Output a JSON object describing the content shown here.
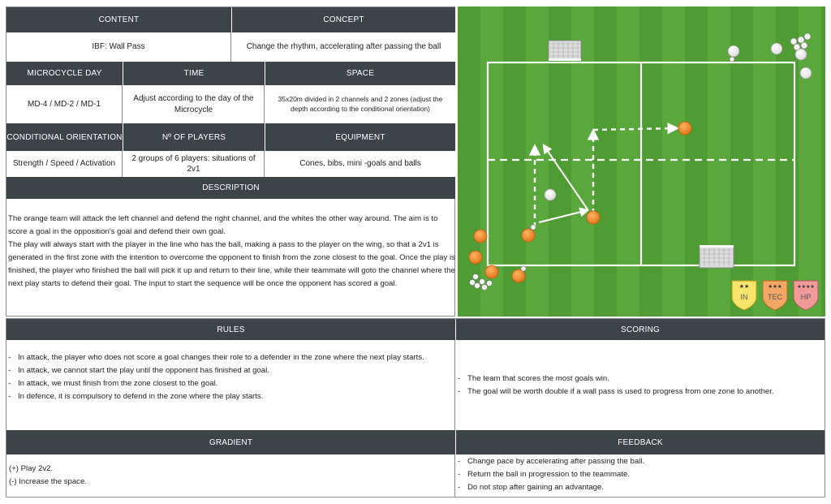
{
  "header_row1": {
    "content": "CONTENT",
    "concept": "CONCEPT"
  },
  "row1": {
    "content": "IBF: Wall Pass",
    "concept": "Change the rhythm, accelerating after passing the ball"
  },
  "header_row2": {
    "microcycle": "MICROCYCLE DAY",
    "time": "TIME",
    "space": "SPACE"
  },
  "row2": {
    "microcycle": "MD-4 / MD-2 / MD-1",
    "time": "Adjust according to the day of the Microcycle",
    "space": "35x20m divided in 2 channels and 2 zones (adjust the depth according to the conditional orientation)"
  },
  "header_row3": {
    "orientation": "CONDITIONAL ORIENTATION",
    "players": "Nº OF PLAYERS",
    "equipment": "EQUIPMENT"
  },
  "row3": {
    "orientation": "Strength / Speed / Activation",
    "players": "2 groups of 6 players: situations of 2v1",
    "equipment": "Cones, bibs, mini -goals and balls"
  },
  "description": {
    "header": "DESCRIPTION",
    "paragraphs": [
      "The orange team will attack the left channel and defend the right channel, and the whites the other way around. The aim is to score a goal in the opposition's goal and defend their own goal.",
      "The play will always start with the player in the line who has the ball, making a pass to the player on the wing, so that a 2v1 is generated in the first zone with the intention to overcome the opponent to finish from the zone closest to the goal. Once the play is finished, the player who finished the ball will pick it up and return to their line, while their teammate will goto the channel where the next play starts to defend their goal. The input to start the sequence will be once the opponent has scored a goal."
    ]
  },
  "pitch": {
    "colors": {
      "grass_light": "#5aa83c",
      "grass_dark": "#4e9933",
      "orange": "#f08a24",
      "white": "#ffffff"
    },
    "badges": [
      {
        "label": "IN",
        "stars": "★★",
        "color": "#f7e46a"
      },
      {
        "label": "TEC",
        "stars": "★★★",
        "color": "#f2a766"
      },
      {
        "label": "HP",
        "stars": "★★★★",
        "color": "#f09a9a"
      }
    ]
  },
  "rules": {
    "header": "RULES",
    "items": [
      "In attack, the player who does not score a goal changes their role to a defender in the zone where the next play starts.",
      "In attack, we cannot start the play until the opponent has finished at goal.",
      "In attack, we must finish from the zone closest to the goal.",
      "In defence, it is compulsory to defend in the zone where the play starts."
    ]
  },
  "scoring": {
    "header": "SCORING",
    "items": [
      "The team that scores the most goals win.",
      "The goal will be worth double if a wall pass is used to progress from one zone to another."
    ]
  },
  "gradient": {
    "header": "GRADIENT",
    "items": [
      "(+) Play 2v2.",
      "(-) Increase the space."
    ]
  },
  "feedback": {
    "header": "FEEDBACK",
    "items": [
      "Change pace by accelerating after passing the ball.",
      "Return the ball in progression to the teammate.",
      "Do not stop after gaining an advantage."
    ]
  }
}
